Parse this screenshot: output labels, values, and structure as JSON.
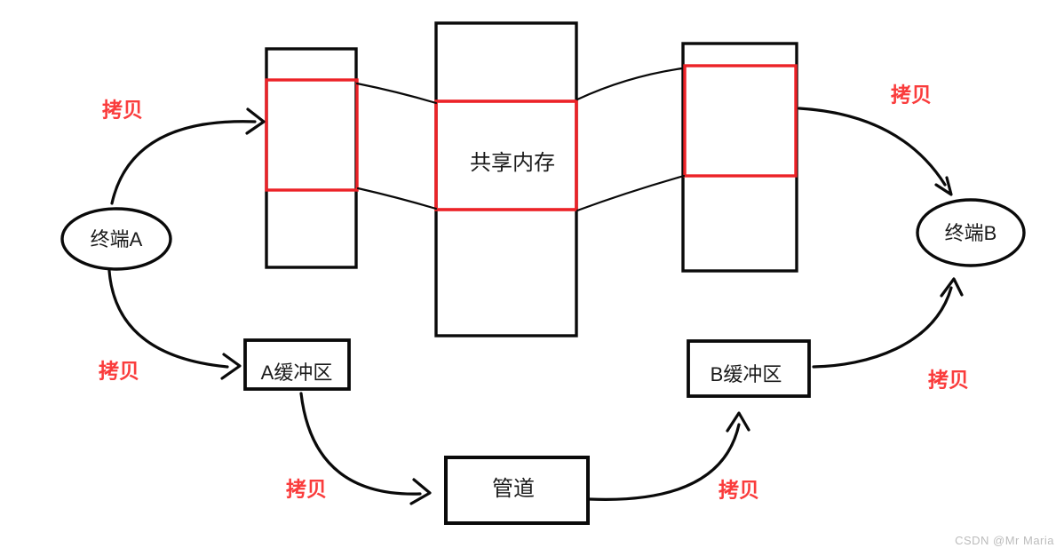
{
  "nodes": {
    "terminal_a": {
      "label": "终端A"
    },
    "terminal_b": {
      "label": "终端B"
    },
    "shared_memory": {
      "label": "共享内存"
    },
    "buffer_a": {
      "label": "A缓冲区"
    },
    "buffer_b": {
      "label": "B缓冲区"
    },
    "pipe": {
      "label": "管道"
    }
  },
  "copy_labels": [
    {
      "id": "copy-terminalA-to-sharedMemory",
      "text": "拷贝"
    },
    {
      "id": "copy-terminalA-to-bufferA",
      "text": "拷贝"
    },
    {
      "id": "copy-bufferA-to-pipe",
      "text": "拷贝"
    },
    {
      "id": "copy-pipe-to-bufferB",
      "text": "拷贝"
    },
    {
      "id": "copy-bufferB-to-terminalB",
      "text": "拷贝"
    },
    {
      "id": "copy-sharedMemory-to-terminalB",
      "text": "拷贝"
    }
  ],
  "watermark": {
    "text": "CSDN @Mr Maria"
  },
  "colors": {
    "stroke_black": "#0a0a0a",
    "highlight_red": "#ec2227",
    "copy_label_red": "#fa3c3c",
    "watermark_gray": "#bcbcbc",
    "background": "#ffffff"
  }
}
